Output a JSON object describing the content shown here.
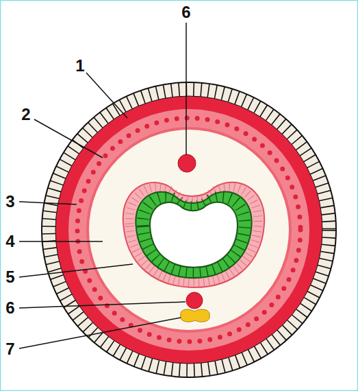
{
  "diagram": {
    "labels": [
      "6",
      "1",
      "2",
      "3",
      "4",
      "5",
      "6",
      "7"
    ]
  }
}
